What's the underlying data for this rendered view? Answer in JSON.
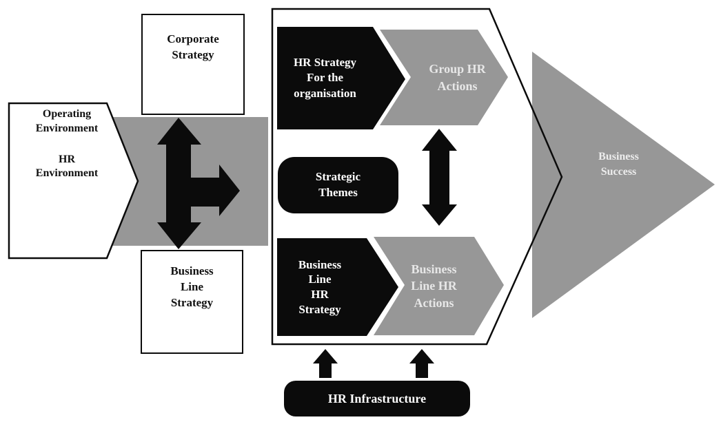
{
  "diagram_title": "HR strategy alignment diagram",
  "colors": {
    "shape_gray": "#979797",
    "shape_black": "#0b0b0b",
    "light_text_on_gray": "#e7e7e7",
    "background": "#ffffff"
  },
  "nodes": {
    "operating_environment": {
      "lines": [
        "Operating",
        "Environment",
        "HR",
        "Environment"
      ]
    },
    "corporate_strategy": {
      "lines": [
        "Corporate",
        "Strategy"
      ]
    },
    "business_line_strategy": {
      "lines": [
        "Business",
        "Line",
        "Strategy"
      ]
    },
    "hr_strategy_for_the_organisation": {
      "lines": [
        "HR Strategy",
        "For the",
        "organisation"
      ]
    },
    "group_hr_actions": {
      "lines": [
        "Group HR",
        "Actions"
      ]
    },
    "strategic_themes": {
      "lines": [
        "Strategic",
        "Themes"
      ]
    },
    "business_line_hr_strategy": {
      "lines": [
        "Business",
        "Line",
        "HR",
        "Strategy"
      ]
    },
    "business_line_hr_actions": {
      "lines": [
        "Business",
        "Line HR",
        "Actions"
      ]
    },
    "business_success": {
      "lines": [
        "Business",
        "Success"
      ]
    },
    "hr_infrastructure": {
      "label": "HR Infrastructure"
    }
  },
  "connectors": [
    "bidirectional-vertical-with-right-branch-arrow",
    "vertical-double-arrow",
    "up-arrow-left",
    "up-arrow-right"
  ]
}
